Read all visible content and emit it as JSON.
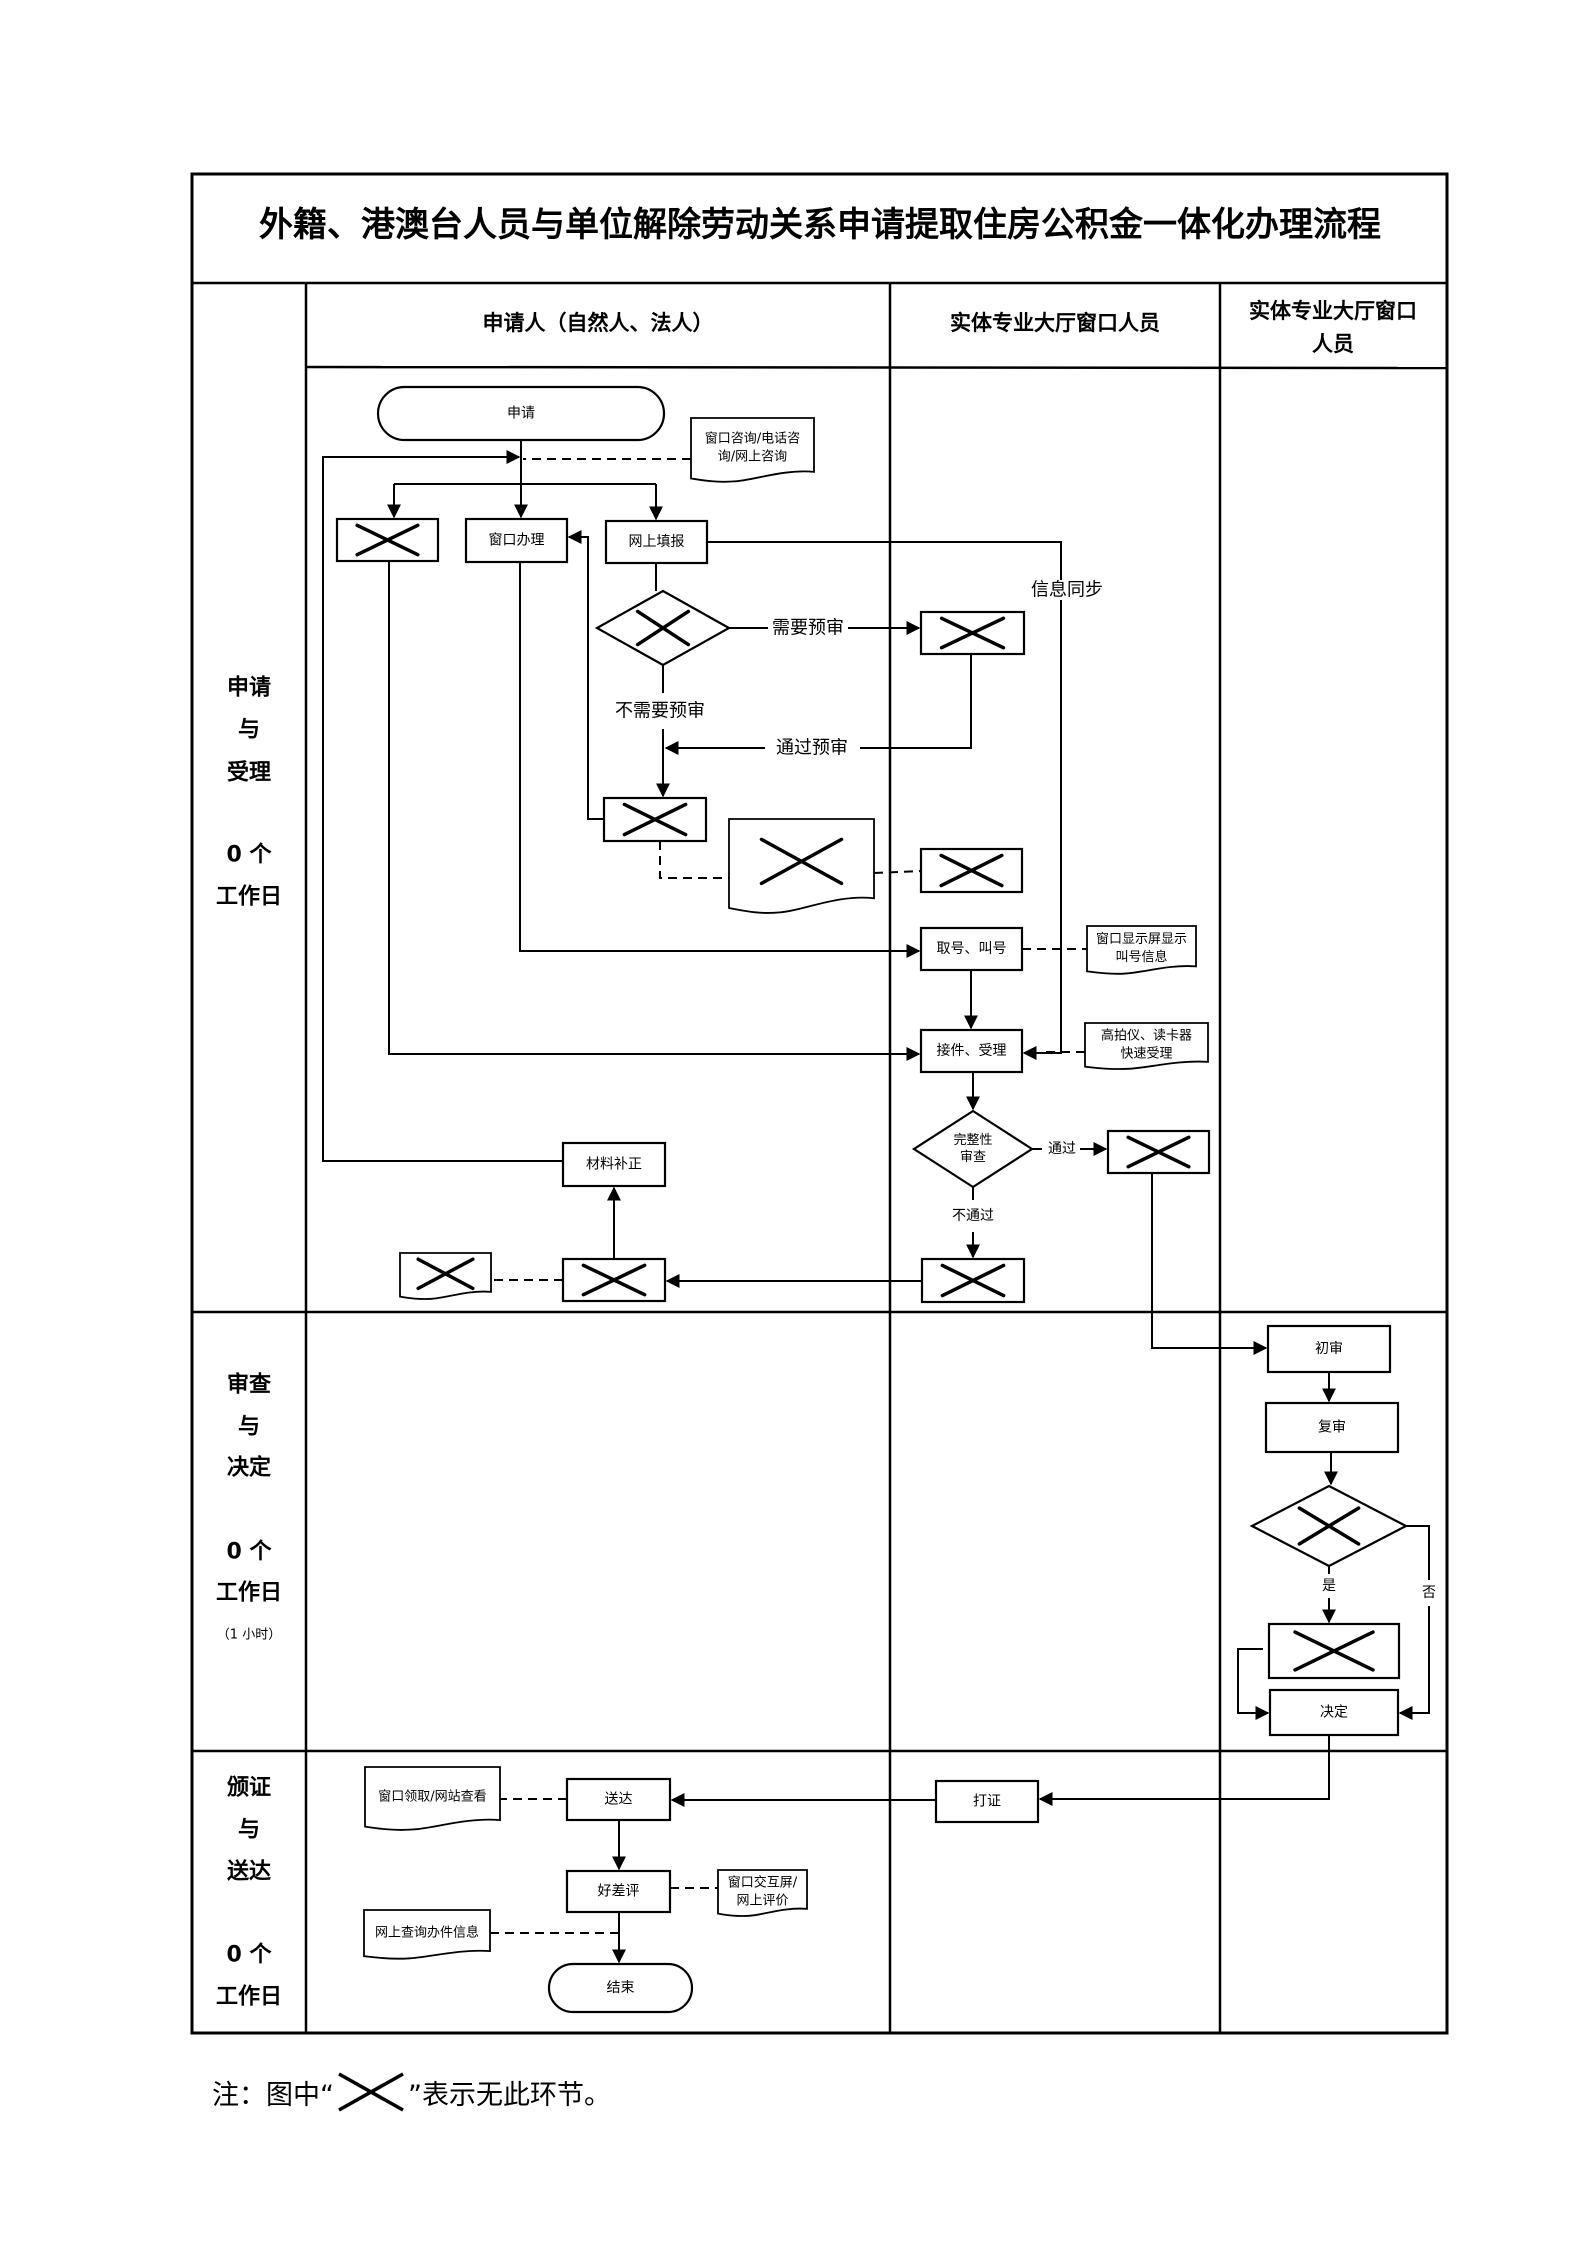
{
  "title": "外籍、港澳台人员与单位解除劳动关系申请提取住房公积金一体化办理流程",
  "columns": [
    {
      "id": "applicant",
      "label": "申请人（自然人、法人）"
    },
    {
      "id": "hall",
      "label": "实体专业大厅窗口人员"
    },
    {
      "id": "hall2",
      "label_lines": [
        "实体专业大厅窗口",
        "人员"
      ]
    }
  ],
  "phases": [
    {
      "id": "apply",
      "lines": [
        "申请",
        "与",
        "受理",
        "",
        "0 个",
        "工作日"
      ]
    },
    {
      "id": "review",
      "lines": [
        "审查",
        "与",
        "决定",
        "",
        "0 个",
        "工作日"
      ],
      "note": "（1 小时）"
    },
    {
      "id": "deliver",
      "lines": [
        "颁证",
        "与",
        "送达",
        "",
        "0 个",
        "工作日"
      ]
    }
  ],
  "nodes": {
    "start": {
      "type": "terminal",
      "label": "申请"
    },
    "consult_doc": {
      "type": "document",
      "lines": [
        "窗口咨询/电话咨",
        "询/网上咨询"
      ]
    },
    "na_box_1": {
      "type": "process-none"
    },
    "window_handle": {
      "type": "process",
      "label": "窗口办理"
    },
    "online_fill": {
      "type": "process",
      "label": "网上填报"
    },
    "na_decision_1": {
      "type": "decision-none"
    },
    "na_prereview": {
      "type": "process-none"
    },
    "na_box_2": {
      "type": "process-none"
    },
    "na_doc_big": {
      "type": "document-none"
    },
    "na_box_3": {
      "type": "process-none"
    },
    "take_number": {
      "type": "process",
      "label": "取号、叫号"
    },
    "screen_doc": {
      "type": "document",
      "lines": [
        "窗口显示屏显示",
        "叫号信息"
      ]
    },
    "accept": {
      "type": "process",
      "label": "接件、受理"
    },
    "scanner_doc": {
      "type": "document",
      "lines": [
        "高拍仪、读卡器",
        "快速受理"
      ]
    },
    "completeness": {
      "type": "decision",
      "lines": [
        "完整性",
        "审查"
      ]
    },
    "na_pass_box": {
      "type": "process-none"
    },
    "supplement": {
      "type": "process",
      "label": "材料补正"
    },
    "na_fail_box": {
      "type": "process-none"
    },
    "na_fail_mid": {
      "type": "process-none"
    },
    "na_fail_doc": {
      "type": "document-none"
    },
    "first_review": {
      "type": "process",
      "label": "初审"
    },
    "second_review": {
      "type": "process",
      "label": "复审"
    },
    "na_decision_2": {
      "type": "decision-none"
    },
    "na_yes_box": {
      "type": "process-none"
    },
    "decide": {
      "type": "process",
      "label": "决定"
    },
    "print_cert": {
      "type": "process",
      "label": "打证"
    },
    "deliver": {
      "type": "process",
      "label": "送达"
    },
    "pickup_doc": {
      "type": "document",
      "lines": [
        "窗口领取/网站查看"
      ]
    },
    "rating": {
      "type": "process",
      "label": "好差评"
    },
    "rating_doc": {
      "type": "document",
      "lines": [
        "窗口交互屏/",
        "网上评价"
      ]
    },
    "query_doc": {
      "type": "document",
      "lines": [
        "网上查询办件信息"
      ]
    },
    "end": {
      "type": "terminal",
      "label": "结束"
    }
  },
  "edge_labels": {
    "need_prereview": "需要预审",
    "no_prereview": "不需要预审",
    "pass_prereview": "通过预审",
    "info_sync": "信息同步",
    "pass": "通过",
    "fail": "不通过",
    "yes": "是",
    "no": "否"
  },
  "footnote": {
    "prefix": "注：图中“",
    "suffix": "”表示无此环节。",
    "icon": "cross-icon"
  }
}
